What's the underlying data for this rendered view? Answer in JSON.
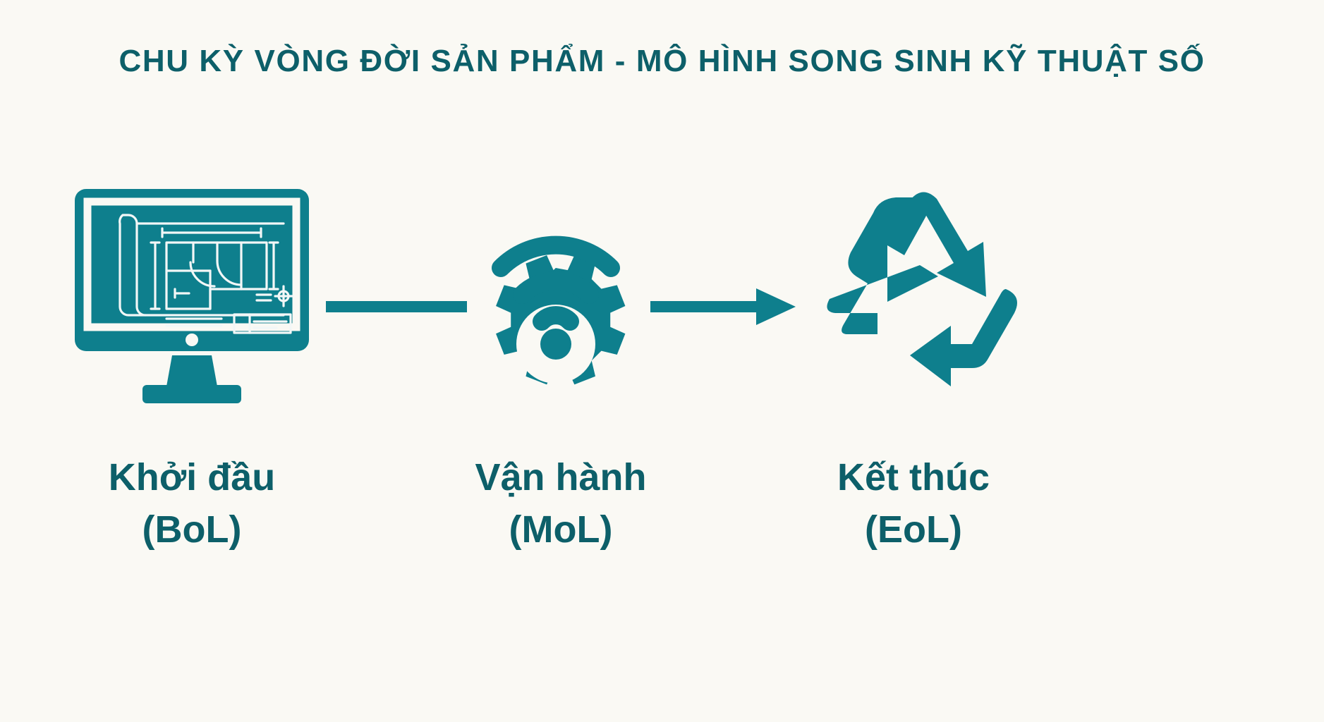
{
  "page": {
    "title": "CHU KỲ VÒNG ĐỜI SẢN PHẨM - MÔ HÌNH SONG SINH KỸ THUẬT SỐ",
    "background_color": "#faf9f4",
    "accent_color": "#0e7f8d",
    "title_color": "#0d5f69"
  },
  "stages": [
    {
      "id": "bol",
      "icon": "desktop-monitor-blueprint-icon",
      "label_line1": "Khởi đầu",
      "label_line2": "(BoL)"
    },
    {
      "id": "mol",
      "icon": "gear-wifi-icon",
      "label_line1": "Vận hành",
      "label_line2": "(MoL)"
    },
    {
      "id": "eol",
      "icon": "recycle-icon",
      "label_line1": "Kết thúc",
      "label_line2": "(EoL)"
    }
  ],
  "connectors": [
    {
      "id": "connector-1",
      "icon": "arrow-line-right-icon",
      "arrowhead": false
    },
    {
      "id": "connector-2",
      "icon": "arrow-right-icon",
      "arrowhead": true
    }
  ]
}
